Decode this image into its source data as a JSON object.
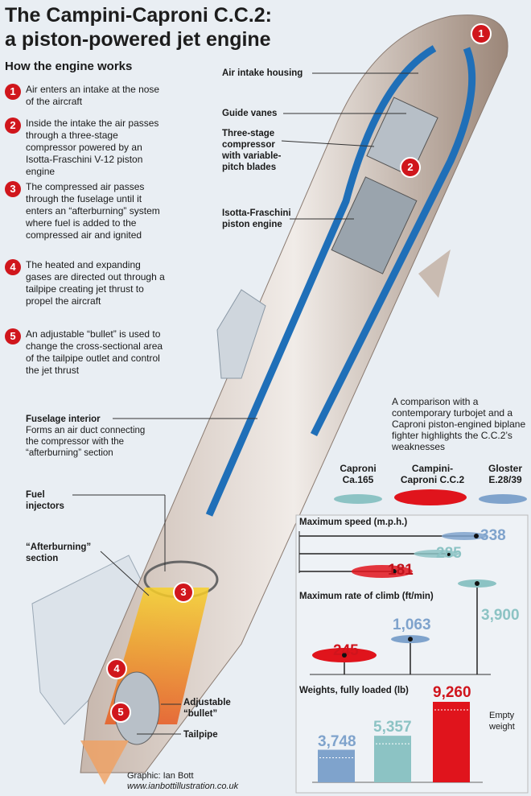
{
  "title": [
    "The Campini-Caproni C.C.2:",
    "a piston-powered jet engine"
  ],
  "subtitle": "How the engine works",
  "steps": [
    {
      "n": "1",
      "text": "Air enters an intake at the nose of the aircraft"
    },
    {
      "n": "2",
      "text": "Inside the intake the air passes through a three-stage compressor powered by an Isotta-Fraschini V-12 piston engine"
    },
    {
      "n": "3",
      "text": "The compressed air passes through the fuselage until it enters an “afterburning” system where fuel is added to the compressed air and ignited"
    },
    {
      "n": "4",
      "text": "The heated and expanding gases are directed out through a tailpipe creating jet thrust to propel the aircraft"
    },
    {
      "n": "5",
      "text": "An adjustable “bullet” is used to change the cross-sectional area of the tailpipe outlet and control the jet thrust"
    }
  ],
  "labels": {
    "intake": "Air intake housing",
    "vanes": "Guide vanes",
    "compressor": "Three-stage compressor with variable-pitch blades",
    "engine": "Isotta-Fraschini piston engine",
    "fuselage": "Fuselage interior",
    "fuselage_desc": "Forms an air duct connecting the compressor with the “afterburning” section",
    "injectors": "Fuel injectors",
    "afterburning": "“Afterburning” section",
    "bullet": "Adjustable “bullet”",
    "tailpipe": "Tailpipe"
  },
  "comparison": {
    "intro": "A comparison with a contemporary turbojet and a Caproni piston-engined biplane fighter highlights the C.C.2’s weaknesses",
    "planes": [
      "Caproni Ca.165",
      "Campini-Caproni C.C.2",
      "Gloster E.28/39"
    ],
    "speed_title": "Maximum speed (m.p.h.)",
    "climb_title": "Maximum rate of climb (ft/min)",
    "weight_title": "Weights, fully loaded (lb)",
    "empty_label": "Empty weight"
  },
  "colors": {
    "ca165": "#8cc3c4",
    "cc2": "#e0141c",
    "gloster": "#7fa3cc",
    "accent": "#d0161c"
  },
  "chart_data": [
    {
      "type": "bar",
      "title": "Maximum speed (m.p.h.)",
      "categories": [
        "Gloster E.28/39",
        "Caproni Ca.165",
        "Campini-Caproni C.C.2"
      ],
      "values": [
        338,
        285,
        181
      ],
      "labels": [
        "338",
        "285",
        "181"
      ]
    },
    {
      "type": "bar",
      "title": "Maximum rate of climb (ft/min)",
      "categories": [
        "Campini-Caproni C.C.2",
        "Gloster E.28/39",
        "Caproni Ca.165"
      ],
      "values": [
        245,
        1063,
        3900
      ],
      "labels": [
        "245",
        "1,063",
        "3,900"
      ]
    },
    {
      "type": "bar",
      "title": "Weights, fully loaded (lb)",
      "categories": [
        "Gloster E.28/39",
        "Caproni Ca.165",
        "Campini-Caproni C.C.2"
      ],
      "values": [
        3748,
        5357,
        9260
      ],
      "labels": [
        "3,748",
        "5,357",
        "9,260"
      ]
    }
  ],
  "credit": [
    "Graphic: Ian Bott",
    "www.ianbottillustration.co.uk"
  ]
}
